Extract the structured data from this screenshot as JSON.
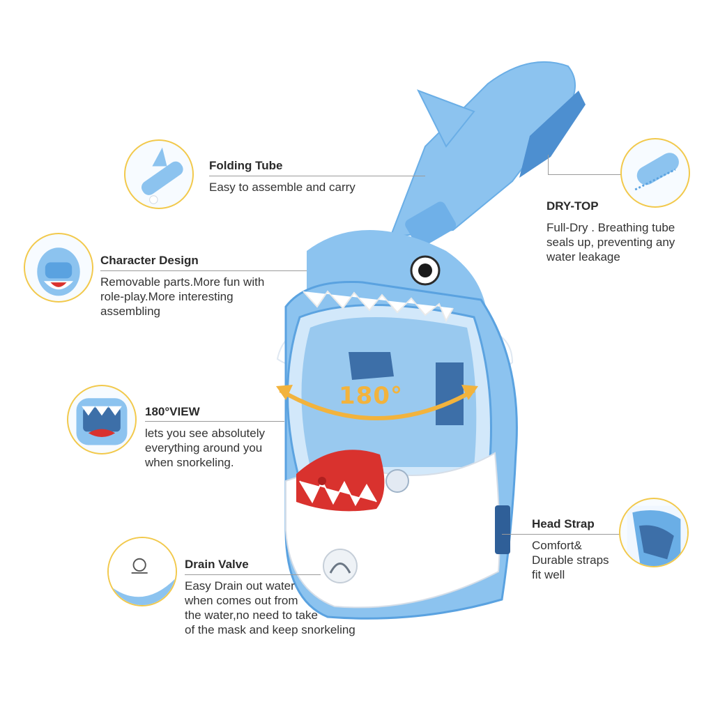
{
  "features": {
    "folding_tube": {
      "title": "Folding Tube",
      "desc": "Easy to assemble and carry"
    },
    "dry_top": {
      "title": "DRY-TOP",
      "desc": "Full-Dry . Breathing tube\nseals up, preventing any\nwater leakage"
    },
    "character_design": {
      "title": "Character Design",
      "desc": "Removable parts.More fun with\nrole-play.More interesting\nassembling"
    },
    "view": {
      "title": "180°VIEW",
      "desc": "lets you see absolutely\neverything around you\nwhen snorkeling."
    },
    "head_strap": {
      "title": "Head Strap",
      "desc": "Comfort&\nDurable straps\nfit well"
    },
    "drain_valve": {
      "title": "Drain Valve",
      "desc": "Easy Drain out water\nwhen comes out from\nthe water,no need to take\nof the mask and keep snorkeling"
    }
  },
  "view_angle_label": "180°",
  "colors": {
    "mask_blue": "#8cc3ef",
    "mask_dark_blue": "#5aa2e0",
    "teeth_white": "#ffffff",
    "shark_red": "#d9322e",
    "accent_yellow": "#f2b33d",
    "circle_border": "#f2c94c"
  },
  "icons": {
    "arrow": "double-headed-arc-arrow-icon"
  }
}
